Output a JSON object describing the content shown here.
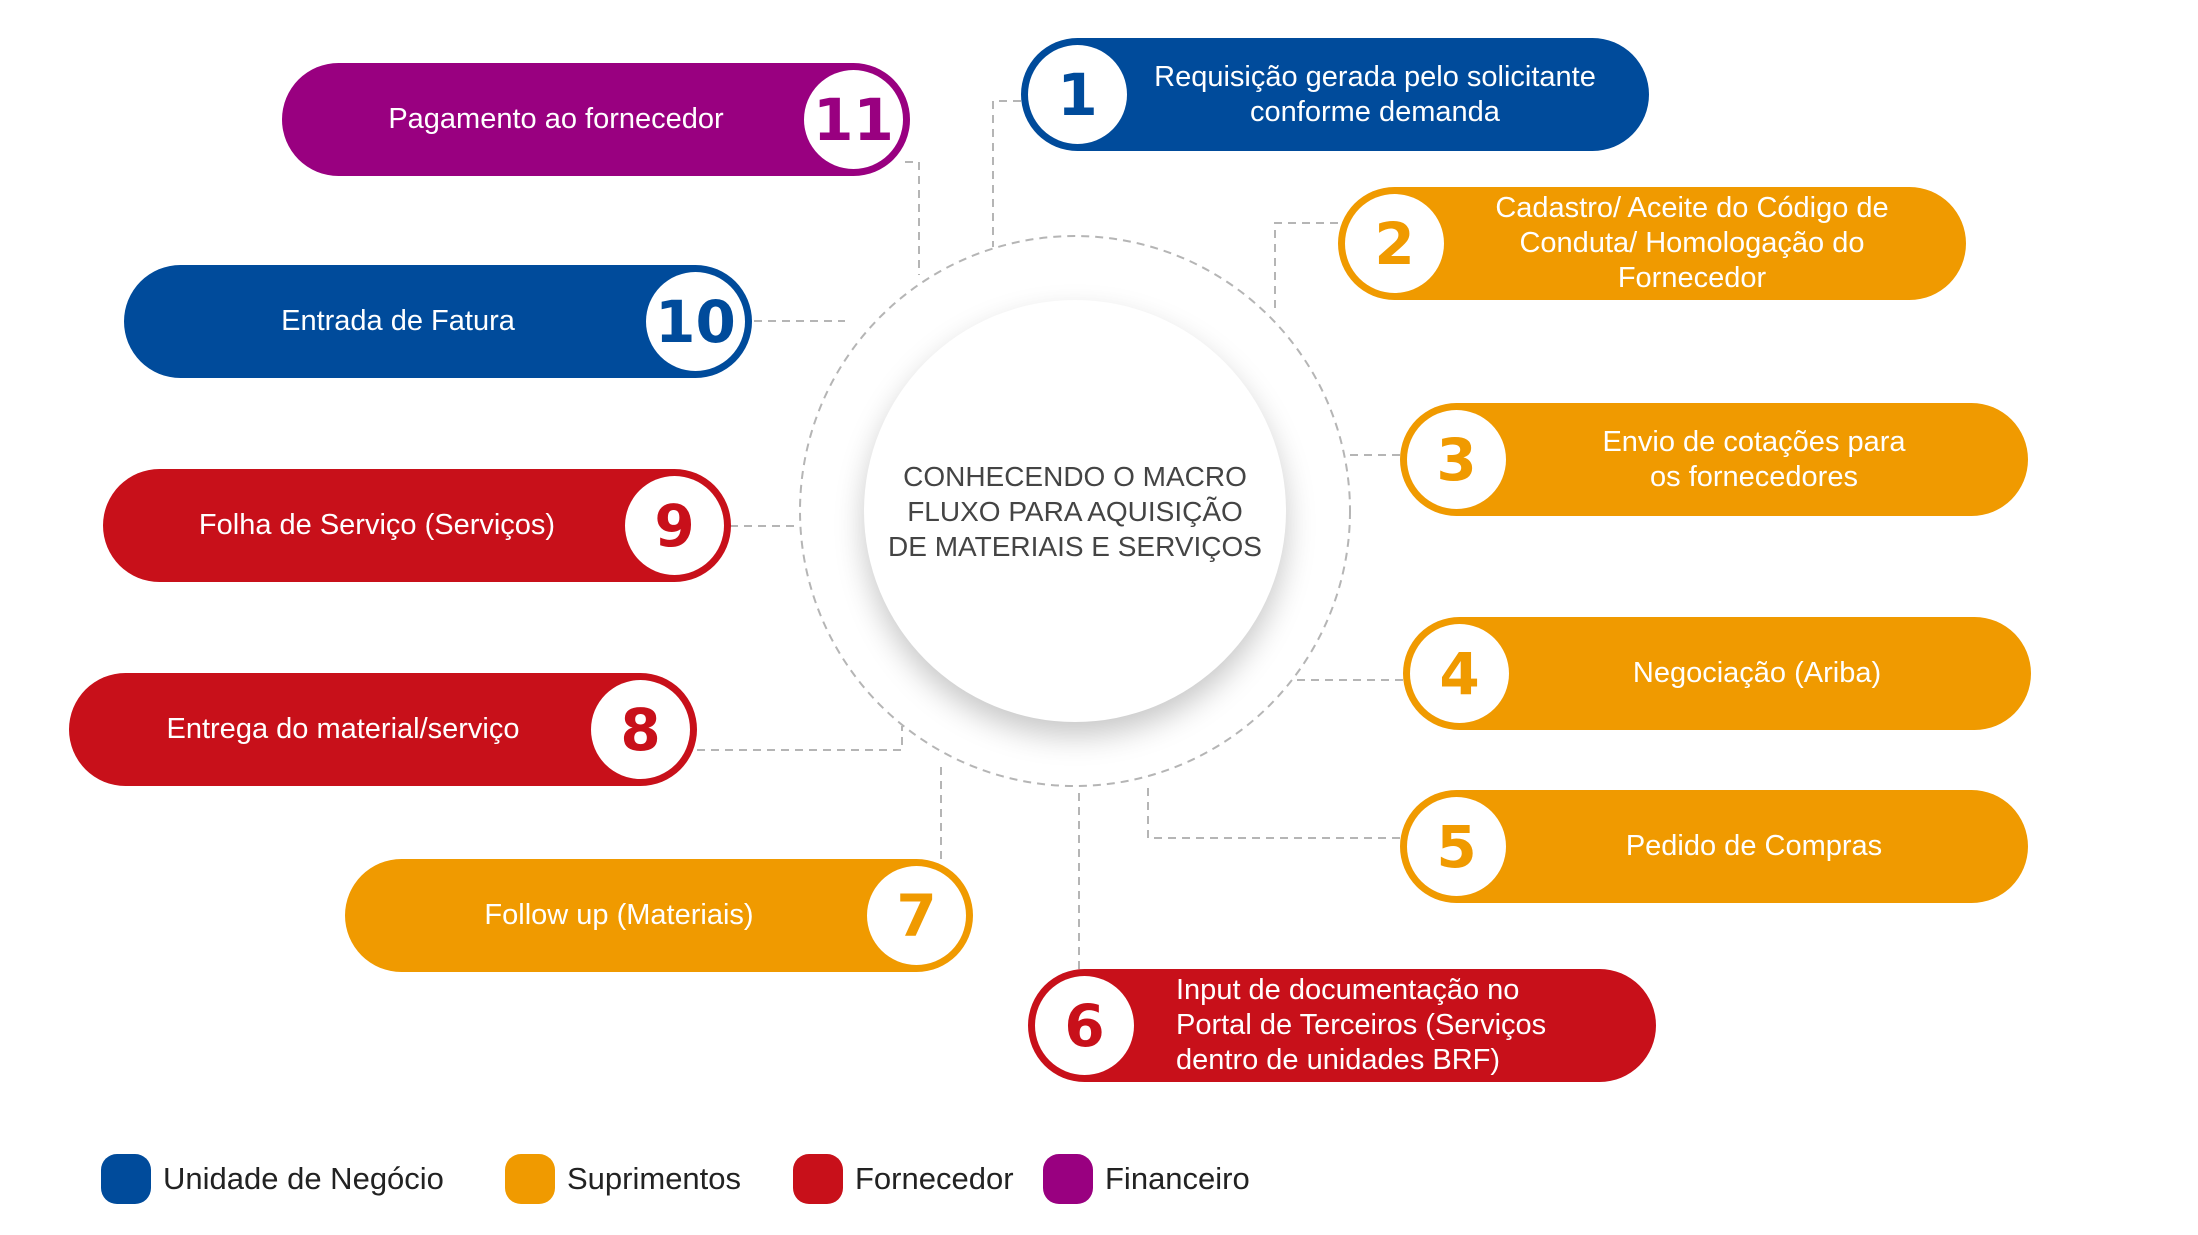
{
  "center_title": "CONHECENDO O MACRO\nFLUXO PARA AQUISIÇÃO\nDE MATERIAIS E SERVIÇOS",
  "colors": {
    "unidade": "#004b9b",
    "suprimentos": "#f09a00",
    "fornecedor": "#c8101a",
    "financeiro": "#990080"
  },
  "steps": [
    {
      "number": "1",
      "label": "Requisição gerada pelo solicitante\nconforme demanda",
      "group": "Unidade de Negócio"
    },
    {
      "number": "2",
      "label": "Cadastro/ Aceite do Código de\nConduta/ Homologação do\nFornecedor",
      "group": "Suprimentos"
    },
    {
      "number": "3",
      "label": "Envio de cotações para\nos fornecedores",
      "group": "Suprimentos"
    },
    {
      "number": "4",
      "label": "Negociação (Ariba)",
      "group": "Suprimentos"
    },
    {
      "number": "5",
      "label": "Pedido de Compras",
      "group": "Suprimentos"
    },
    {
      "number": "6",
      "label": "Input de documentação no\nPortal de Terceiros (Serviços\ndentro de unidades BRF)",
      "group": "Fornecedor"
    },
    {
      "number": "7",
      "label": "Follow up (Materiais)",
      "group": "Suprimentos"
    },
    {
      "number": "8",
      "label": "Entrega do material/serviço",
      "group": "Fornecedor"
    },
    {
      "number": "9",
      "label": "Folha de Serviço (Serviços)",
      "group": "Fornecedor"
    },
    {
      "number": "10",
      "label": "Entrada de Fatura",
      "group": "Unidade de Negócio"
    },
    {
      "number": "11",
      "label": "Pagamento ao fornecedor",
      "group": "Financeiro"
    }
  ],
  "legend": [
    "Unidade de Negócio",
    "Suprimentos",
    "Fornecedor",
    "Financeiro"
  ]
}
